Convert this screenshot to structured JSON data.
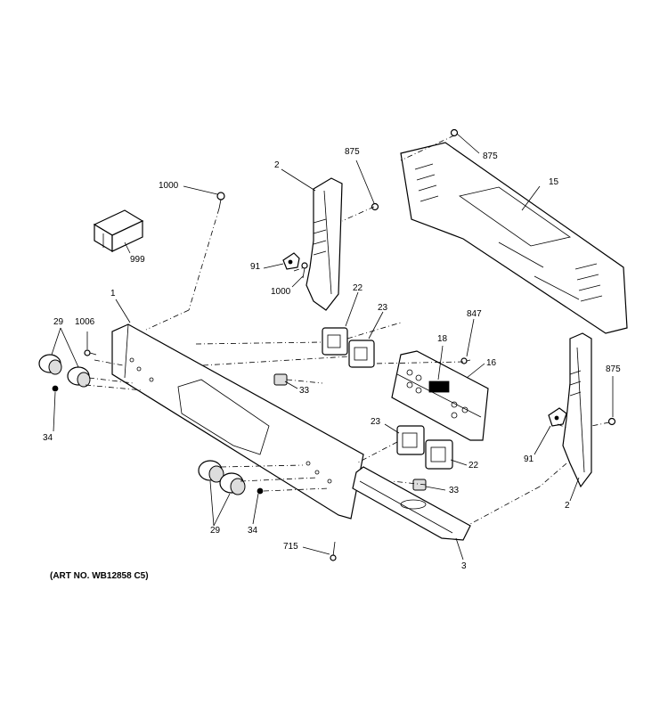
{
  "art_number": "(ART NO. WB12858 C5)",
  "callouts": {
    "c875_top_right": "875",
    "c875_upper": "875",
    "c15": "15",
    "c2_upper": "2",
    "c1000_upper": "1000",
    "c999": "999",
    "c91_upper": "91",
    "c1000_mid": "1000",
    "c22_upper": "22",
    "c23_upper": "23",
    "c847": "847",
    "c1": "1",
    "c29_left": "29",
    "c1006": "1006",
    "c18": "18",
    "c16": "16",
    "c875_right": "875",
    "c33_upper": "33",
    "c34_left": "34",
    "c23_lower": "23",
    "c91_right": "91",
    "c22_lower": "22",
    "c33_lower": "33",
    "c2_lower": "2",
    "c29_lower": "29",
    "c34_lower": "34",
    "c715": "715",
    "c3": "3"
  }
}
